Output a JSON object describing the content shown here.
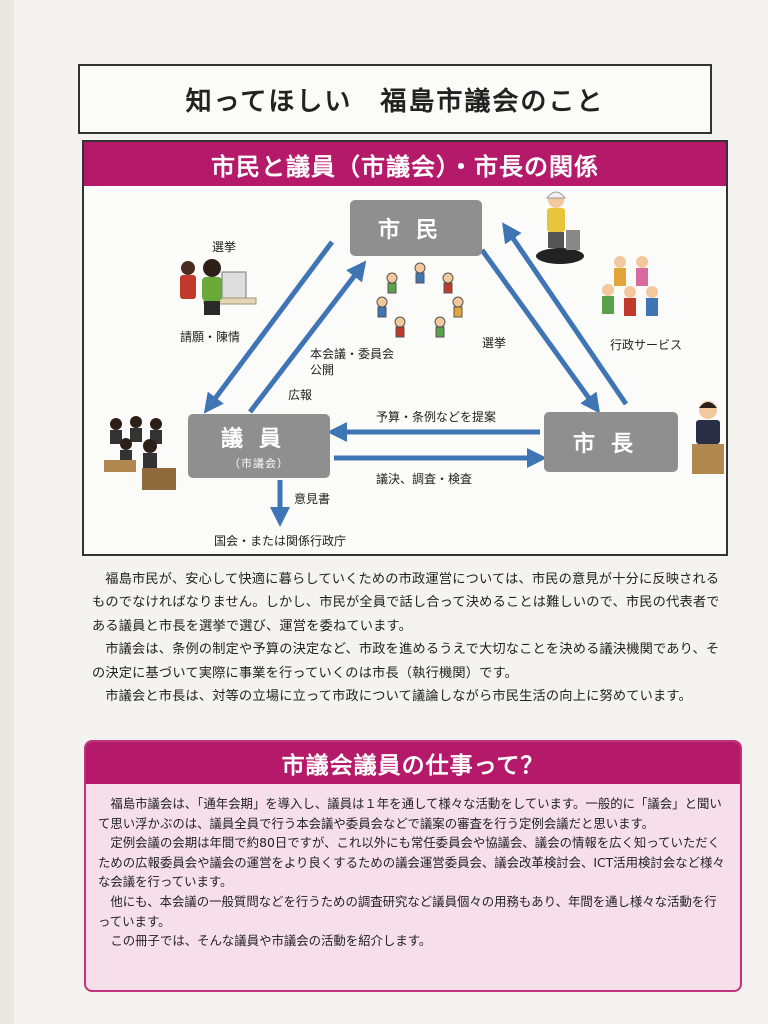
{
  "page_title": "知ってほしい　福島市議会のこと",
  "diagram": {
    "header": "市民と議員（市議会）・市長の関係",
    "nodes": {
      "citizen": "市民",
      "council": "議員",
      "council_sub": "（市議会）",
      "mayor": "市長"
    },
    "labels": {
      "election_left": "選挙",
      "petition": "請願・陳情",
      "public": "本会議・委員会\n公開",
      "publicity": "広報",
      "election_right": "選挙",
      "services": "行政サービス",
      "proposal": "予算・条例などを提案",
      "resolution": "議決、調査・検査",
      "opinion": "意見書",
      "national": "国会・または関係行政庁"
    }
  },
  "paragraphs": [
    "福島市民が、安心して快適に暮らしていくための市政運営については、市民の意見が十分に反映されるものでなければなりません。しかし、市民が全員で話し合って決めることは難しいので、市民の代表者である議員と市長を選挙で選び、運営を委ねています。",
    "市議会は、条例の制定や予算の決定など、市政を進めるうえで大切なことを決める議決機関であり、その決定に基づいて実際に事業を行っていくのは市長（執行機関）です。",
    "市議会と市長は、対等の立場に立って市政について議論しながら市民生活の向上に努めています。"
  ],
  "job": {
    "header": "市議会議員の仕事って？",
    "paragraphs": [
      "福島市議会は、「通年会期」を導入し、議員は１年を通して様々な活動をしています。一般的に「議会」と聞いて思い浮かぶのは、議員全員で行う本会議や委員会などで議案の審査を行う定例会議だと思います。",
      "定例会議の会期は年間で約80日ですが、これ以外にも常任委員会や協議会、議会の情報を広く知っていただくための広報委員会や議会の運営をより良くするための議会運営委員会、議会改革検討会、ICT活用検討会など様々な会議を行っています。",
      "他にも、本会議の一般質問などを行うための調査研究など議員個々の用務もあり、年間を通し様々な活動を行っています。",
      "この冊子では、そんな議員や市議会の活動を紹介します。"
    ]
  },
  "colors": {
    "accent": "#b5196a",
    "arrow": "#3f74b5",
    "node": "#8f8f8f",
    "job_bg": "#f6dfe9"
  },
  "icons": [
    "voting-people-illustration",
    "crowd-circle-illustration",
    "worker-illustration",
    "children-illustration",
    "council-members-illustration",
    "mayor-podium-illustration"
  ]
}
